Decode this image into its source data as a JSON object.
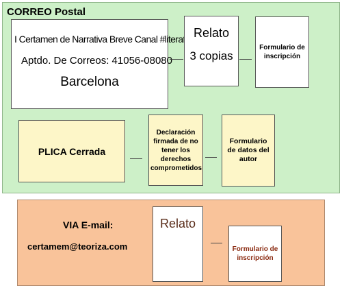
{
  "postal": {
    "title": "CORREO Postal",
    "address": {
      "line1": "I Certamen de Narrativa Breve Canal #literatura",
      "line2": "Aptdo. De Correos: 41056-08080",
      "city": "Barcelona"
    },
    "relato": {
      "title": "Relato",
      "copies": "3 copias"
    },
    "formulario_inscripcion": "Formulario de inscripción",
    "plica": "PLICA  Cerrada",
    "declaracion": "Declaración firmada de no tener los derechos comprometidos",
    "formulario_datos": "Formulario de datos del autor"
  },
  "email": {
    "title": "VIA  E-mail:",
    "address": "certamem@teoriza.com",
    "relato": "Relato",
    "formulario_inscripcion": "Formulario de inscripción"
  },
  "colors": {
    "postal_bg": "#cdf0c8",
    "email_bg": "#f9c39a",
    "plica_bg": "#fdf6c8"
  }
}
